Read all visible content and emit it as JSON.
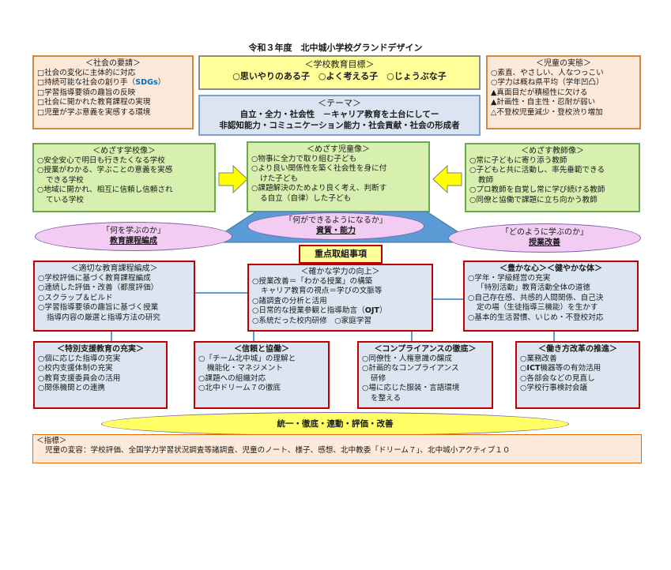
{
  "title": "令和３年度　北中城小学校グランドデザイン",
  "social": {
    "title": "＜社会の要請＞",
    "items": [
      "□社会の変化に主体的に対応",
      "□持続可能な社会の創り手（",
      "SDGs",
      "）",
      "□学習指導要領の趣旨の反映",
      "□社会に開かれた教育課程の実現",
      "□児童が学ぶ意義を実感する環境"
    ]
  },
  "goal": {
    "title": "＜学校教育目標＞",
    "text": "○思いやりのある子　○よく考える子　○じょうぶな子"
  },
  "children_status": {
    "title": "＜児童の実態＞",
    "items": [
      "○素直、やさしい、人なつっこい",
      "○学力は概ね県平均（学年凹凸）",
      "▲真面目だが積極性に欠ける",
      "▲計画性・自主性・忍耐が弱い",
      "△不登校児童減少・登校渋り増加"
    ]
  },
  "theme": {
    "title": "＜テーマ＞",
    "line1": "自立・全力・社会性　－キャリア教育を土台にしてー",
    "line2": "非認知能力・コミュニケーション能力・社会貢献・社会の形成者"
  },
  "school_vision": {
    "title": "＜めざす学校像＞",
    "items": [
      "○安全安心で明日も行きたくなる学校",
      "○授業がわかる、学ぶことの意義を実感",
      "できる学校",
      "○地域に開かれ、相互に信頼し信頼され",
      "ている学校"
    ]
  },
  "child_vision": {
    "title": "＜めざす児童像＞",
    "items": [
      "○物事に全力で取り組む子ども",
      "○より良い関係性を築く社会性を身に付",
      "けた子ども",
      "○課題解決のためより良く考え、判断す",
      "る自立（自律）した子ども"
    ]
  },
  "teacher_vision": {
    "title": "＜めざす教師像＞",
    "items": [
      "○常に子どもに寄り添う教師",
      "○子どもと共に活動し、率先垂範できる",
      "教師",
      "○プロ教師を自覚し常に学び続ける教師",
      "○同僚と協働で課題に立ち向かう教師"
    ]
  },
  "what_learn": {
    "q": "「何を学ぶのか」",
    "a": "教育課程編成"
  },
  "can_do": {
    "q": "「何ができるようになるか」",
    "a": "資質・能力"
  },
  "how_learn": {
    "q": "「どのように学ぶのか」",
    "a": "授業改善"
  },
  "priority": "重点取組事項",
  "curriculum": {
    "title": "＜適切な教育課程編成＞",
    "items": [
      "○学校評価に基づく教育課程編成",
      "○連続した評価・改善（都度評価）",
      "○スクラップ＆ビルド",
      "○学習指導要領の趣旨に基づく授業",
      "指導内容の厳選と指導方法の研究"
    ]
  },
  "academic": {
    "title": "＜確かな学力の向上＞",
    "items": [
      "○授業改善＝「わかる授業」の構築",
      "キャリア教育の視点＝学びの文脈等",
      "○諸調査の分析と活用",
      "○日常的な授業参観と指導助言（",
      "OJT",
      "）",
      "○系統だった校内研修　○家庭学習"
    ]
  },
  "heart_body": {
    "title": "＜豊かな心＞＜健やかな体＞",
    "items": [
      "○学年・学級経営の充実",
      "「特別活動」教育活動全体の道徳",
      "○自己存在感、共感的人間関係、自己決",
      "定の場（生徒指導三機能）を生かす",
      "○基本的生活習慣、いじめ・不登校対応"
    ]
  },
  "special": {
    "title": "＜特別支援教育の充実＞",
    "items": [
      "○個に応じた指導の充実",
      "○校内支援体制の充実",
      "○教育支援委員会の活用",
      "○関係機関との連携"
    ]
  },
  "trust": {
    "title": "＜信頼と協働＞",
    "items": [
      "○「チーム北中城」の理解と",
      "機能化・マネジメント",
      "○課題への組織対応",
      "○北中ドリーム７の徹底"
    ]
  },
  "compliance": {
    "title": "＜コンプライアンスの徹底＞",
    "items": [
      "○同僚性・人権意識の醸成",
      "○計画的なコンプライアンス",
      "研修",
      "○場に応じた服装・言語環境",
      "を整える"
    ]
  },
  "workstyle": {
    "title": "＜働き方改革の推進＞",
    "items": [
      "○業務改善",
      "○",
      "ICT",
      "機器等の有効活用",
      "○各部会などの見直し",
      "○学校行事検討会議"
    ]
  },
  "unity": "統一・徹底・連動・評価・改善",
  "indicator": {
    "title": "＜指標＞",
    "text": "児童の変容：学校評価、全国学力学習状況調査等諸調査、児童のノート、様子、感想、北中教委「ドリーム７」、北中城小アクティブ１０"
  },
  "colors": {
    "arrow": "#ffff00",
    "trapezoid": "#5b9bd5",
    "sdgs": "#0070c0"
  }
}
